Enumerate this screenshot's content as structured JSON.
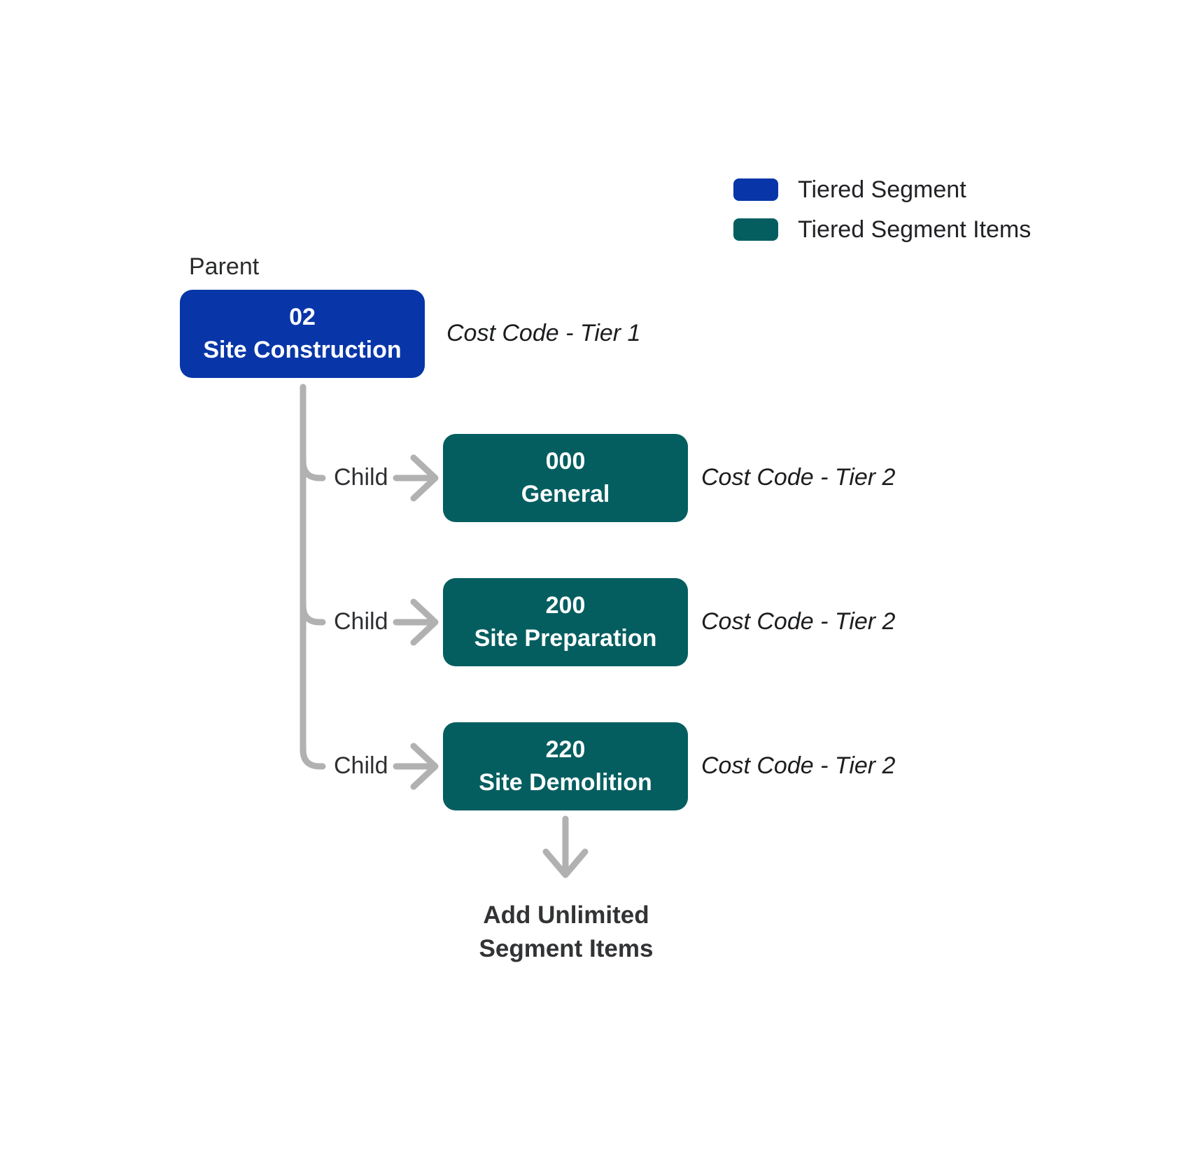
{
  "colors": {
    "tiered_segment_blue": "#0836A8",
    "tiered_segment_items_teal": "#045E60",
    "connector_gray": "#B1B1B1"
  },
  "legend": {
    "items": [
      {
        "label": "Tiered Segment"
      },
      {
        "label": "Tiered Segment Items"
      }
    ]
  },
  "diagram": {
    "parent_label": "Parent",
    "root": {
      "code": "02",
      "name": "Site Construction",
      "annotation": "Cost Code - Tier 1"
    },
    "children": [
      {
        "relation_label": "Child",
        "code": "000",
        "name": "General",
        "annotation": "Cost Code - Tier 2"
      },
      {
        "relation_label": "Child",
        "code": "200",
        "name": "Site Preparation",
        "annotation": "Cost Code - Tier 2"
      },
      {
        "relation_label": "Child",
        "code": "220",
        "name": "Site Demolition",
        "annotation": "Cost Code - Tier 2"
      }
    ],
    "footer_note": {
      "line1": "Add Unlimited",
      "line2": "Segment Items"
    }
  }
}
